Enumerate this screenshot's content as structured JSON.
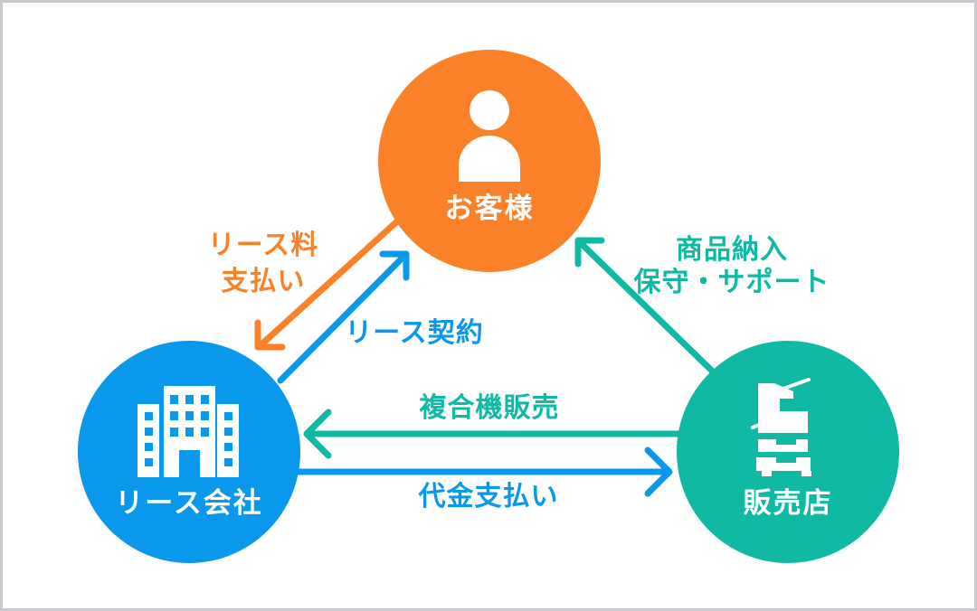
{
  "canvas": {
    "background": "#FFFFFF",
    "border_color": "#C9C9CD"
  },
  "colors": {
    "orange": "#FB8129",
    "blue": "#0998EC",
    "teal": "#10B9A4",
    "icon_white": "#FFFFFF"
  },
  "nodes": {
    "customer": {
      "label": "お客様",
      "icon": "person-icon"
    },
    "lease_company": {
      "label": "リース会社",
      "icon": "building-icon"
    },
    "dealer": {
      "label": "販売店",
      "icon": "copier-icon"
    }
  },
  "arrows": {
    "lease_fee_payment": {
      "label_lines": [
        "リース料",
        "支払い"
      ],
      "from": "customer",
      "to": "lease_company"
    },
    "lease_contract": {
      "label": "リース契約",
      "from": "lease_company",
      "to": "customer"
    },
    "product_delivery_support": {
      "label_lines": [
        "商品納入",
        "保守・サポート"
      ],
      "from": "dealer",
      "to": "customer"
    },
    "mfp_sales": {
      "label": "複合機販売",
      "from": "dealer",
      "to": "lease_company"
    },
    "payment": {
      "label": "代金支払い",
      "from": "lease_company",
      "to": "dealer"
    }
  }
}
